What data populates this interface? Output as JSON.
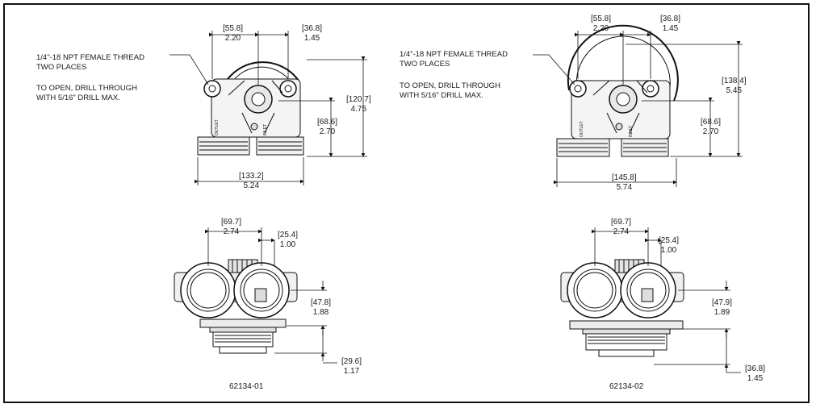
{
  "notes": {
    "left": {
      "thread_line1": "1/4\"-18 NPT FEMALE THREAD",
      "thread_line2": "TWO PLACES",
      "drill_line1": "TO OPEN, DRILL THROUGH",
      "drill_line2": "WITH 5/16\" DRILL MAX."
    },
    "right": {
      "thread_line1": "1/4\"-18 NPT FEMALE THREAD",
      "thread_line2": "TWO PLACES",
      "drill_line1": "TO OPEN, DRILL THROUGH",
      "drill_line2": "WITH 5/16\" DRILL MAX."
    }
  },
  "dims": {
    "l_top_a": {
      "mm": "55.8",
      "in": "2.20"
    },
    "l_top_b": {
      "mm": "36.8",
      "in": "1.45"
    },
    "l_h_total": {
      "mm": "120.7",
      "in": "4.75"
    },
    "l_h_port": {
      "mm": "68.6",
      "in": "2.70"
    },
    "l_width": {
      "mm": "133.2",
      "in": "5.24"
    },
    "r_top_a": {
      "mm": "55.8",
      "in": "2.20"
    },
    "r_top_b": {
      "mm": "36.8",
      "in": "1.45"
    },
    "r_h_total": {
      "mm": "138.4",
      "in": "5.45"
    },
    "r_h_port": {
      "mm": "68.6",
      "in": "2.70"
    },
    "r_width": {
      "mm": "145.8",
      "in": "5.74"
    },
    "lb_a": {
      "mm": "69.7",
      "in": "2.74"
    },
    "lb_b": {
      "mm": "25.4",
      "in": "1.00"
    },
    "lb_c": {
      "mm": "47.8",
      "in": "1.88"
    },
    "lb_d": {
      "mm": "29.6",
      "in": "1.17"
    },
    "rb_a": {
      "mm": "69.7",
      "in": "2.74"
    },
    "rb_b": {
      "mm": "25.4",
      "in": "1.00"
    },
    "rb_c": {
      "mm": "47.9",
      "in": "1.89"
    },
    "rb_d": {
      "mm": "36.8",
      "in": "1.45"
    }
  },
  "part_numbers": {
    "left": "62134-01",
    "right": "62134-02"
  },
  "port_labels": {
    "outlet": "OUTLET",
    "inlet": "INLET"
  }
}
